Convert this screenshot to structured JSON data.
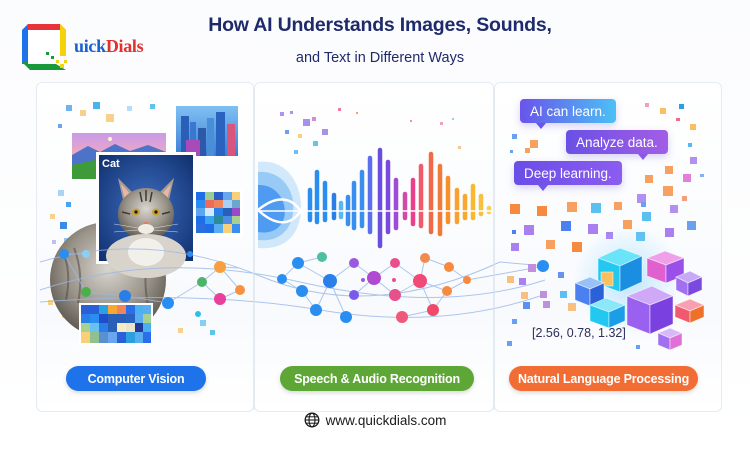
{
  "header": {
    "logo": {
      "mark": "Q",
      "brand_part1": "uick",
      "brand_part2": "Dials"
    },
    "title_line1": "How AI Understands Images, Sounds,",
    "title_line2": "and Text in Different Ways"
  },
  "panels": [
    {
      "id": "computer-vision",
      "label": "Computer Vision",
      "color": "#1f73ea",
      "image_caption": "Cat",
      "illustration": [
        "landscape-photo",
        "city-photo",
        "cat-photo",
        "pixel-grid",
        "neural-network"
      ]
    },
    {
      "id": "speech-audio",
      "label": "Speech & Audio Recognition",
      "color": "#5ea737",
      "illustration": [
        "sound-wave",
        "audio-bars",
        "neural-network"
      ]
    },
    {
      "id": "nlp",
      "label": "Natural Language Processing",
      "color": "#f26d34",
      "bubbles": [
        "AI can learn.",
        "Analyze data.",
        "Deep learning."
      ],
      "vector": "[2.56, 0.78, 1.32]",
      "illustration": [
        "embedding-cubes",
        "token-squares"
      ]
    }
  ],
  "footer": {
    "icon": "globe-icon",
    "url": "www.quickdials.com"
  },
  "colors": {
    "title": "#1f2a6b",
    "blue": "#1f73ea",
    "green": "#5ea737",
    "orange": "#f26d34",
    "purple": "#7256e9"
  }
}
